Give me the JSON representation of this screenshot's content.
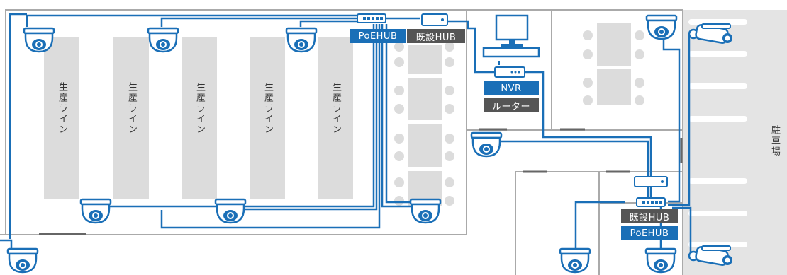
{
  "lines": {
    "line_1": "生産ライン",
    "line_2": "生産ライン",
    "line_3": "生産ライン",
    "line_4": "生産ライン",
    "line_5": "生産ライン"
  },
  "labels": {
    "poe_hub_top": "PoEHUB",
    "existing_hub_top": "既設HUB",
    "nvr": "NVR",
    "router": "ルーター",
    "existing_hub_bottom": "既設HUB",
    "poe_hub_bottom": "PoEHUB",
    "parking": "駐車場"
  },
  "colors": {
    "cable": "#1a6fb7",
    "wall": "#aaaaaa",
    "floor_block": "#dcdcdc",
    "parking_area": "#e4e4e4",
    "label_blue": "#1a6fb7",
    "label_gray": "#555555"
  },
  "icons": {
    "dome_camera": "dome-camera-icon",
    "bullet_camera": "bullet-camera-icon",
    "network_hub": "network-hub-icon",
    "computer": "desktop-computer-icon",
    "router": "router-icon"
  }
}
